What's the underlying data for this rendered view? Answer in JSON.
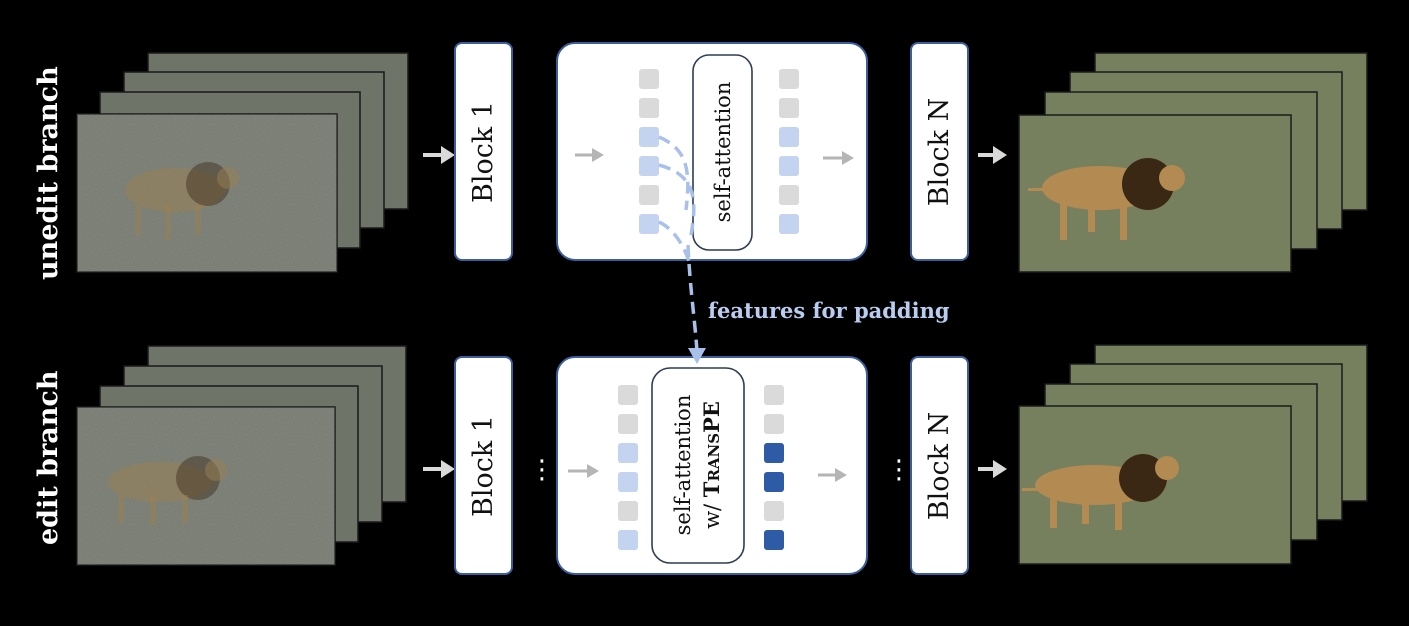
{
  "branches": {
    "unedit": "unedit branch",
    "edit": "edit branch"
  },
  "blocks": {
    "first": "Block 1",
    "last": "Block N"
  },
  "attention": {
    "plain": "self-attention",
    "transpe_line1": "self-attention",
    "transpe_prefix": "w/ ",
    "transpe_big_t": "T",
    "transpe_small": "RANS",
    "transpe_pe": "PE"
  },
  "padding_label": "features for  padding",
  "ellipsis": "⋮",
  "colors": {
    "accent": "#3b5f9e",
    "light_token": "#c4d3ef",
    "dark_token": "#2e5ba6",
    "gray_token": "#dadada",
    "dashed_path": "#a9c0ea"
  },
  "tokens": {
    "unedit_in": [
      "gray",
      "gray",
      "light",
      "light",
      "gray",
      "light"
    ],
    "unedit_out": [
      "gray",
      "gray",
      "light",
      "light",
      "gray",
      "light"
    ],
    "edit_in": [
      "gray",
      "gray",
      "light",
      "light",
      "gray",
      "light"
    ],
    "edit_out": [
      "gray",
      "gray",
      "dark",
      "dark",
      "gray",
      "dark"
    ]
  }
}
